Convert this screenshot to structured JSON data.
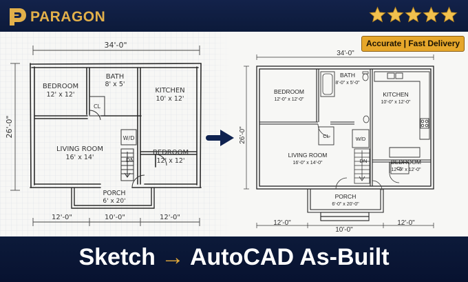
{
  "header": {
    "brand": "PARAGON",
    "rating_stars": 5,
    "brand_color": "#e2b04a"
  },
  "badge": {
    "text": "Accurate | Fast Delivery"
  },
  "sketch": {
    "overall_width": "34'-0\"",
    "overall_depth": "26'-0\"",
    "bedroom1": {
      "name": "BEDROOM",
      "size": "12' x 12'"
    },
    "bath": {
      "name": "BATH",
      "size": "8' x 5'"
    },
    "kitchen": {
      "name": "KITCHEN",
      "size": "10' x 12'"
    },
    "living": {
      "name": "LIVING ROOM",
      "size": "16' x 14'"
    },
    "bedroom2": {
      "name": "BEDROOM",
      "size": "12' x 12'"
    },
    "porch": {
      "name": "PORCH",
      "size": "6' x 20'"
    },
    "cl1": "CL",
    "wd": "W/D",
    "dn": "DN",
    "dims_bottom": [
      "12'-0\"",
      "10'-0\"",
      "12'-0\""
    ]
  },
  "cad": {
    "overall_width": "34'-0\"",
    "overall_depth": "26'-0\"",
    "bedroom1": {
      "name": "BEDROOM",
      "size": "12'-0\" x 12'-0\""
    },
    "bath": {
      "name": "BATH",
      "size": "8'-0\" x 5'-0\""
    },
    "kitchen": {
      "name": "KITCHEN",
      "size": "10'-0\" x 12'-0\""
    },
    "living": {
      "name": "LIVING ROOM",
      "size": "16'-0\" x 14'-0\""
    },
    "bedroom2": {
      "name": "BEDROOM",
      "size": "12'-0\" x 12'-0\""
    },
    "porch": {
      "name": "PORCH",
      "size": "6'-0\" x 20'-0\""
    },
    "cl1": "CL",
    "cl2": "CL",
    "wd": "W/D",
    "dn": "DN",
    "dims_bottom": [
      "12'-0\"",
      "10'-0\"",
      "12'-0\""
    ]
  },
  "title": {
    "left": "Sketch",
    "arrow": "→",
    "right": "AutoCAD As-Built"
  },
  "colors": {
    "navy": "#0c1a3a",
    "gold": "#e6a72b",
    "arrow": "#0f2250"
  }
}
